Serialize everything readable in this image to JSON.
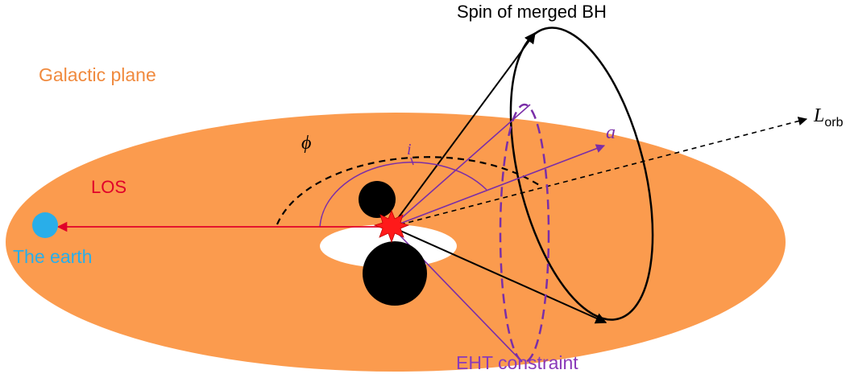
{
  "labels": {
    "spin_merged": "Spin of merged BH",
    "galactic_plane": "Galactic plane",
    "los": "LOS",
    "the_earth": "The earth",
    "eht_constraint": "EHT constraint",
    "phi": "ϕ",
    "i": "i",
    "a": "a",
    "l_main": "L",
    "l_sub": "orb"
  },
  "colors": {
    "plane": "#fb9b4e",
    "hole": "#ffffff",
    "black": "#000000",
    "purple": "#7a2ea8",
    "red": "#e0002a",
    "earth": "#29aee9",
    "galactic_text": "#f08a3e",
    "eht_text": "#8a3ab9"
  }
}
